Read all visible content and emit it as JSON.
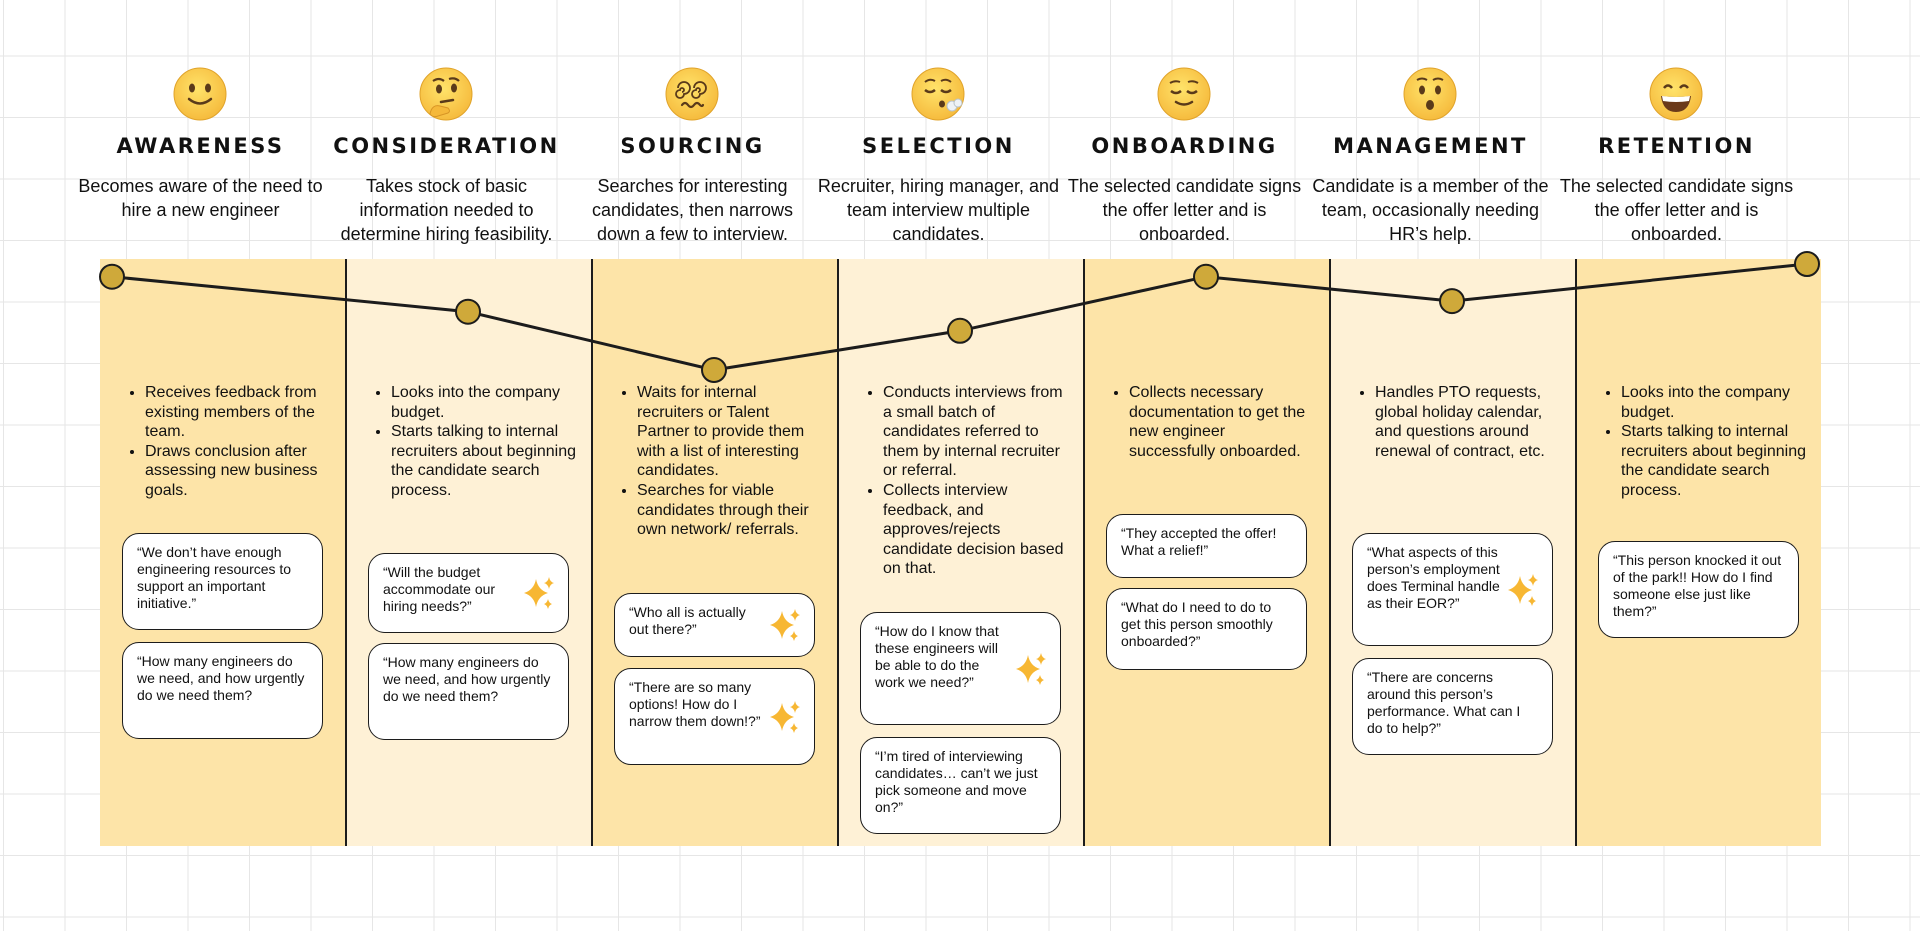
{
  "colors": {
    "dark_column": "#fde4a8",
    "light_column": "#fef1d6",
    "dot_fill": "#cfa93a",
    "line": "#1c1c1c",
    "sparkle": "#f7b733"
  },
  "stages": [
    {
      "emoji": "slightly-smiling-face-icon",
      "title": "AWARENESS",
      "desc": "Becomes aware of the need to hire a new engineer",
      "level": 0.88,
      "bullets": [
        "Receives feedback from existing members of the team.",
        "Draws conclusion after assessing new business goals."
      ],
      "quotes": [
        {
          "text": "“We don’t have enough engineering resources to support an important initiative.”",
          "sparkle": false
        },
        {
          "text": "“How many engineers do we need, and how urgently do we need them?",
          "sparkle": false
        }
      ]
    },
    {
      "emoji": "thinking-face-icon",
      "title": "CONSIDERATION",
      "desc": "Takes stock of basic information needed to determine hiring feasibility.",
      "level": 0.55,
      "bullets": [
        "Looks into the company budget.",
        "Starts talking to internal recruiters about beginning the candidate search process."
      ],
      "quotes": [
        {
          "text": "“Will the budget accommodate our hiring needs?”",
          "sparkle": true
        },
        {
          "text": "“How many engineers do we need, and how urgently do we need them?",
          "sparkle": false
        }
      ]
    },
    {
      "emoji": "dizzy-face-icon",
      "title": "SOURCING",
      "desc": "Searches for interesting candidates, then narrows down a few to interview.",
      "level": 0.0,
      "bullets": [
        "Waits for internal recruiters or Talent Partner to provide them with a list of interesting candidates.",
        "Searches for viable candidates through their own network/ referrals."
      ],
      "quotes": [
        {
          "text": "“Who all is actually out there?”",
          "sparkle": true
        },
        {
          "text": "“There are so many options! How do I narrow them down!?”",
          "sparkle": true
        }
      ]
    },
    {
      "emoji": "exhaling-face-icon",
      "title": "SELECTION",
      "desc": "Recruiter, hiring manager, and team interview multiple candidates.",
      "level": 0.37,
      "bullets": [
        "Conducts interviews from a small batch of candidates referred to them by internal recruiter or referral.",
        "Collects interview feedback, and approves/rejects candidate decision based on that."
      ],
      "quotes": [
        {
          "text": "“How do I know that these engineers will be able to do the work we need?”",
          "sparkle": true
        },
        {
          "text": "“I’m tired of interviewing candidates… can’t we just pick someone and move on?”",
          "sparkle": false
        }
      ]
    },
    {
      "emoji": "relieved-face-icon",
      "title": "ONBOARDING",
      "desc": "The selected candidate signs the offer letter and is onboarded.",
      "level": 0.88,
      "bullets": [
        "Collects necessary documentation to get the new engineer successfully onboarded."
      ],
      "quotes": [
        {
          "text": "“They accepted the offer! What a relief!”",
          "sparkle": false
        },
        {
          "text": "“What do I need to do to get this person smoothly onboarded?”",
          "sparkle": false
        }
      ]
    },
    {
      "emoji": "hushed-face-icon",
      "title": "MANAGEMENT",
      "desc": "Candidate is a member of the team, occasionally needing HR’s help.",
      "level": 0.65,
      "bullets": [
        "Handles PTO requests, global  holiday calendar, and questions around renewal of contract, etc."
      ],
      "quotes": [
        {
          "text": "“What aspects of this person’s employment does Terminal handle as their EOR?”",
          "sparkle": true
        },
        {
          "text": "“There are concerns around this person’s performance. What can I do to help?”",
          "sparkle": false
        }
      ]
    },
    {
      "emoji": "grinning-face-icon",
      "title": "RETENTION",
      "desc": "The selected candidate signs the offer letter and is onboarded.",
      "level": 1.0,
      "bullets": [
        "Looks into the company budget.",
        "Starts talking to internal recruiters about beginning the candidate search process."
      ],
      "quotes": [
        {
          "text": "“This person knocked it out of the park!! How do I find someone else just like them?”",
          "sparkle": false
        }
      ]
    }
  ]
}
